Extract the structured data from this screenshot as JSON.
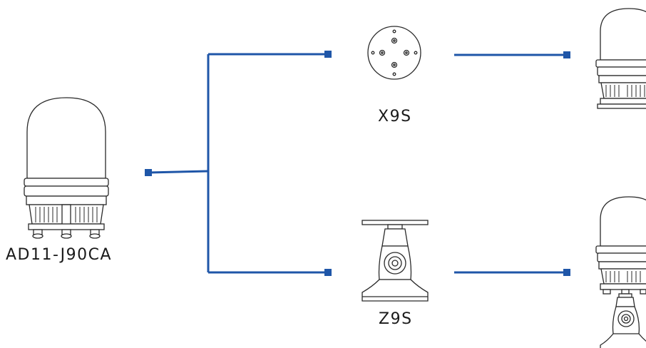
{
  "labels": {
    "main_product": "AD11-J90CA",
    "mount_top": "X9S",
    "mount_bottom": "Z9S"
  },
  "colors": {
    "connector": "#1f56a8",
    "line_art": "#2a2a2a",
    "background": "#ffffff"
  },
  "icons": {
    "main_product": "signal-beacon-light-icon",
    "mount_top": "round-base-plate-icon",
    "mount_bottom": "wall-bracket-icon",
    "result_top": "beacon-on-base-plate-icon",
    "result_bottom": "beacon-on-bracket-icon"
  }
}
